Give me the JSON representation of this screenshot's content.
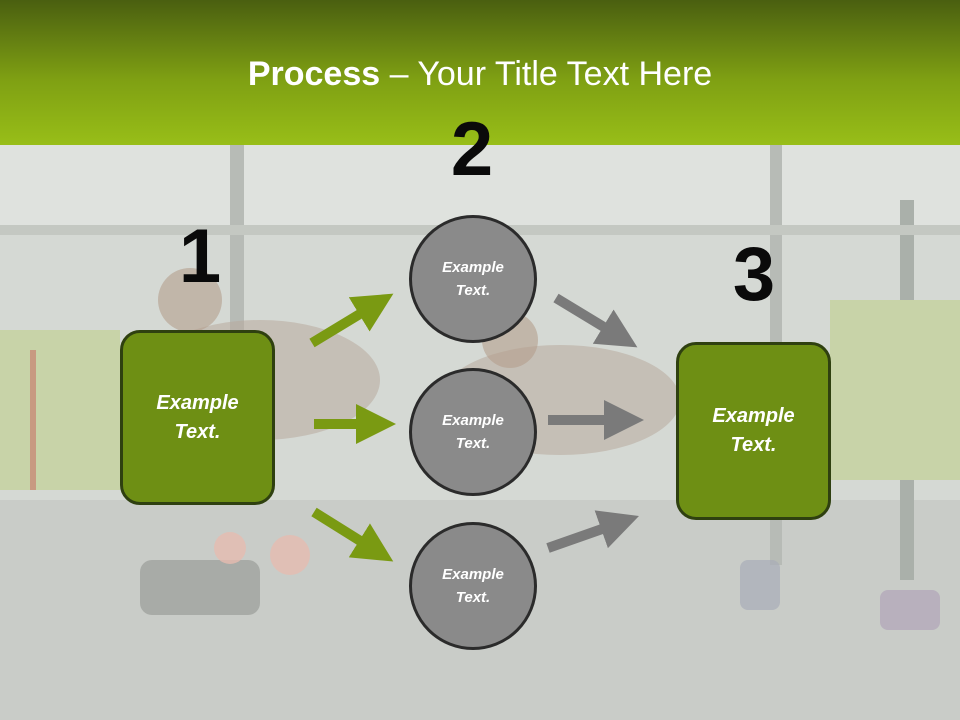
{
  "title": {
    "bold": "Process",
    "rest": " – Your Title Text Here"
  },
  "steps": {
    "n1": "1",
    "n2": "2",
    "n3": "3"
  },
  "boxes": {
    "left": "Example\nText.",
    "right": "Example\nText."
  },
  "circles": {
    "top": "Example\nText.",
    "middle": "Example\nText.",
    "bottom": "Example\nText."
  },
  "colors": {
    "accent_green": "#6e8f14",
    "header_green": "#98be18",
    "arrow_green": "#7a9a12",
    "arrow_gray": "#7a7a7a",
    "circle_gray": "#8a8a8a"
  }
}
